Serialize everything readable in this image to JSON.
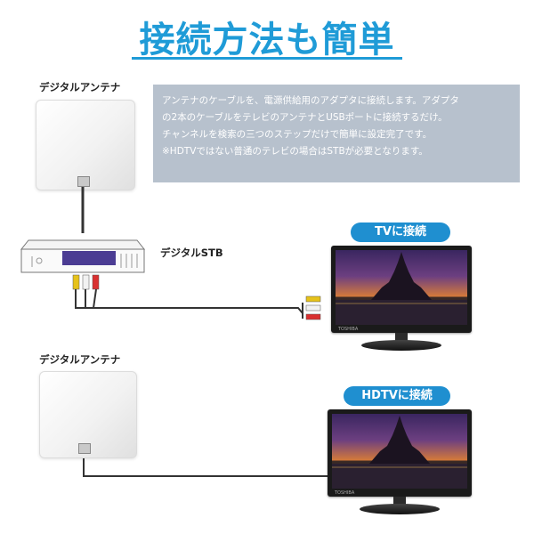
{
  "title": "接続方法も簡単",
  "antenna_label_top": "デジタルアンテナ",
  "stb_label": "デジタルSTB",
  "antenna_label_bottom": "デジタルアンテナ",
  "info_lines": [
    "アンテナのケーブルを、電源供給用のアダプタに接続します。アダプタ",
    "の2本のケーブルをテレビのアンテナとUSBポートに接続するだけ。",
    "チャンネルを検索の三つのステップだけで簡単に設定完了です。",
    "※HDTVではない普通のテレビの場合はSTBが必要となります。"
  ],
  "badge_tv": "TVに接続",
  "badge_hdtv": "HDTVに接続",
  "tv_brand": "TOSHIBA",
  "colors": {
    "accent": "#1f9bd7",
    "badge": "#1f8fd0",
    "info_bg": "#b7c1cd",
    "stb_panel": "#4b3c93"
  }
}
